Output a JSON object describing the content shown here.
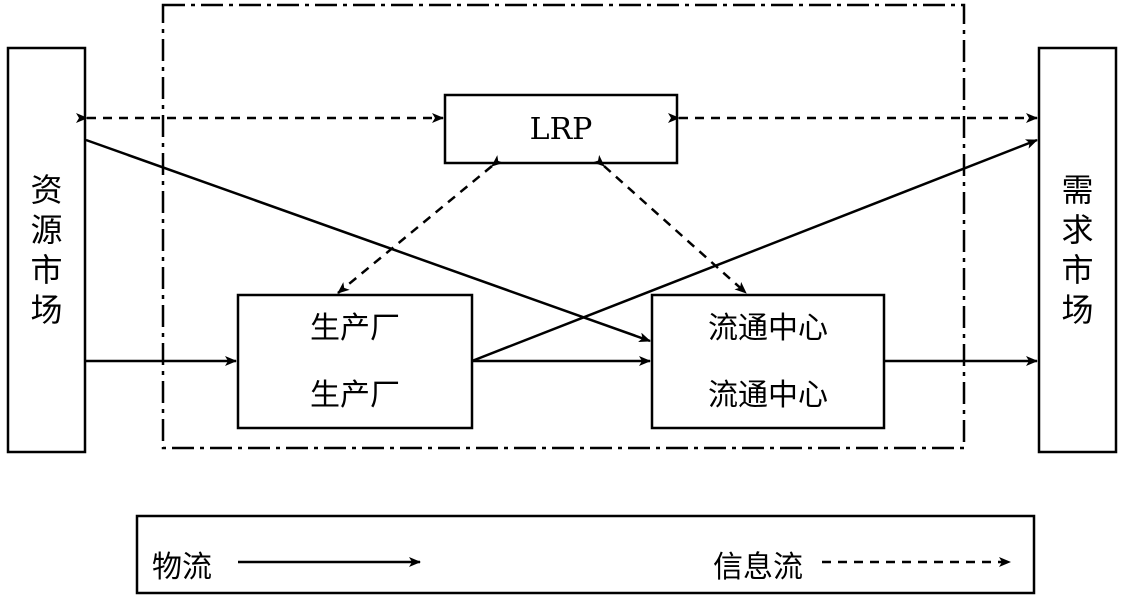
{
  "left_market": {
    "label": "资源市场",
    "chars": [
      "资",
      "源",
      "市",
      "场"
    ]
  },
  "right_market": {
    "label": "需求市场",
    "chars": [
      "需",
      "求",
      "市",
      "场"
    ]
  },
  "lrp": {
    "label": "LRP"
  },
  "factory": {
    "top_label": "生产厂",
    "bottom_label": "生产厂"
  },
  "distribution": {
    "top_label": "流通中心",
    "bottom_label": "流通中心"
  },
  "legend": {
    "material_flow": "物流",
    "information_flow": "信息流"
  }
}
